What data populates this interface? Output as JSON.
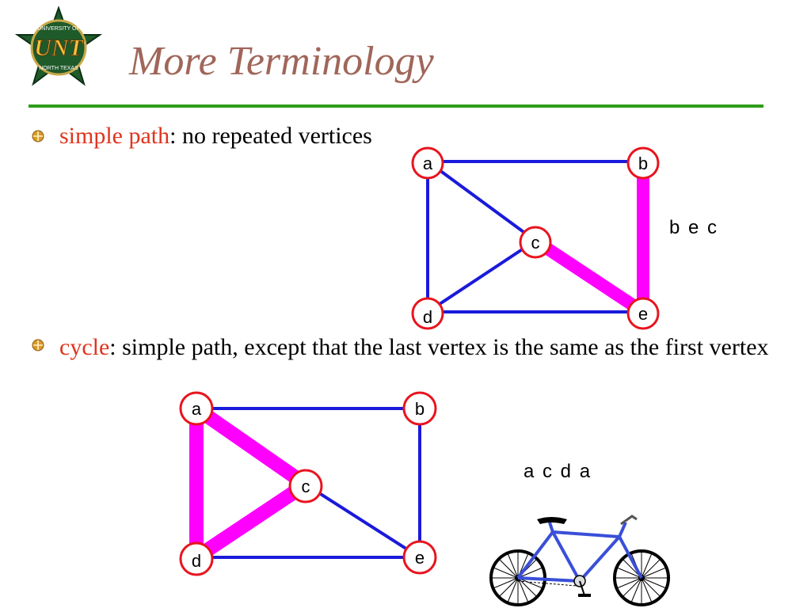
{
  "slide": {
    "title": "More Terminology",
    "logo_text": "UNT",
    "logo_ring_text_top": "UNIVERSITY OF",
    "logo_ring_text_bottom": "NORTH TEXAS"
  },
  "bullets": [
    {
      "term": "simple path",
      "text": ":  no repeated vertices"
    },
    {
      "term": "cycle",
      "text": ":   simple path, except that the last vertex is the same as the first vertex"
    }
  ],
  "graph1": {
    "nodes": [
      {
        "id": "a",
        "label": "a"
      },
      {
        "id": "b",
        "label": "b"
      },
      {
        "id": "c",
        "label": "c"
      },
      {
        "id": "d",
        "label": "d"
      },
      {
        "id": "e",
        "label": "e"
      }
    ],
    "path_label": "b e c"
  },
  "graph2": {
    "nodes": [
      {
        "id": "a",
        "label": "a"
      },
      {
        "id": "b",
        "label": "b"
      },
      {
        "id": "c",
        "label": "c"
      },
      {
        "id": "d",
        "label": "d"
      },
      {
        "id": "e",
        "label": "e"
      }
    ],
    "path_label": "a c d a"
  },
  "colors": {
    "title": "#a0665a",
    "rule": "#2e9d1a",
    "term": "#e0341c",
    "edge": "#1a1adb",
    "highlight": "#ff00ff",
    "node_border": "#e8141e"
  }
}
